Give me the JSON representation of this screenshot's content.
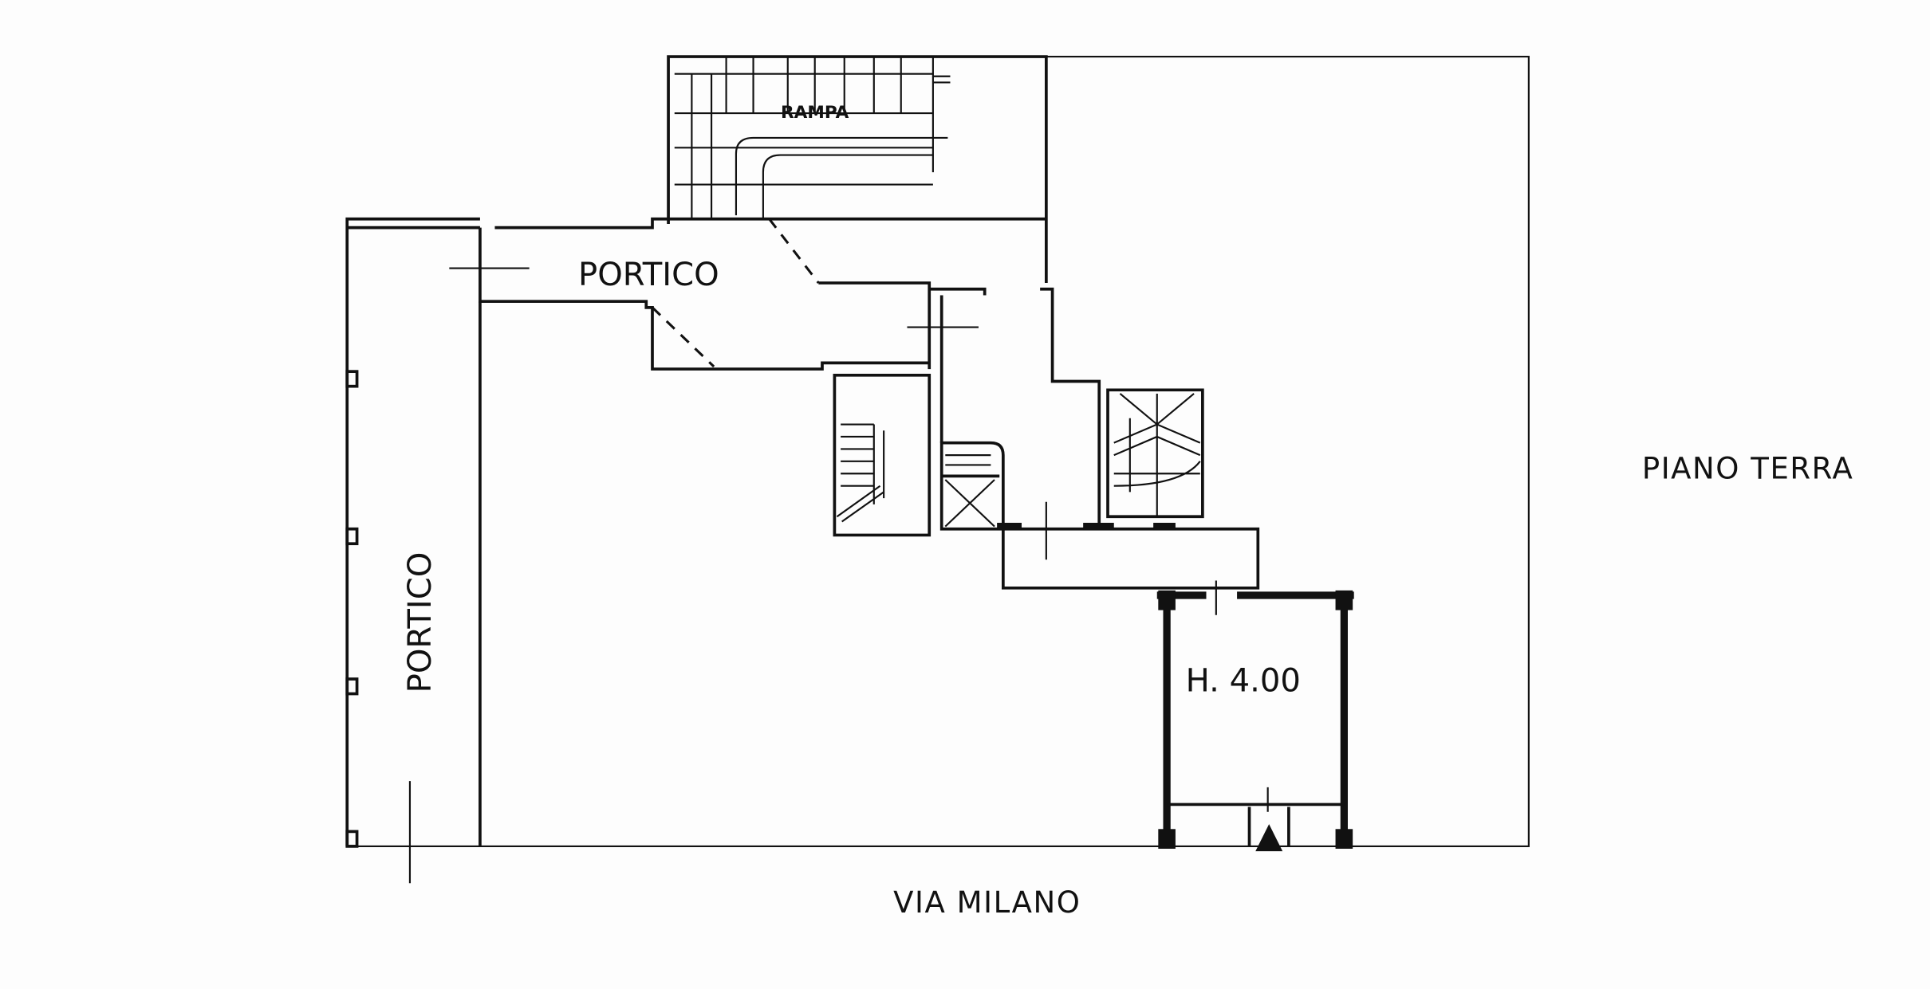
{
  "labels": {
    "portico_top": "PORTICO",
    "portico_left": "PORTICO",
    "rampa": "RAMPA",
    "height": "H. 4.00",
    "floor": "PIANO TERRA",
    "street": "VIA MILANO"
  },
  "colors": {
    "ink": "#111111",
    "paper": "#fdfdfd"
  }
}
